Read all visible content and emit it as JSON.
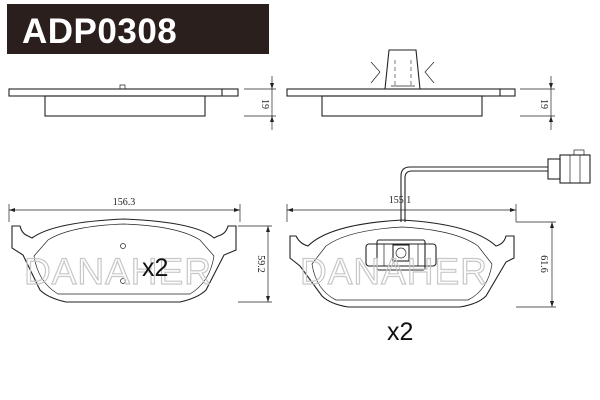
{
  "header": {
    "part_number": "ADP0308"
  },
  "watermark": {
    "brand": "DANAHER"
  },
  "left_pad": {
    "width_dim": "156.3",
    "height_dim": "59.2",
    "thickness_dim": "19",
    "quantity": "x2"
  },
  "right_pad": {
    "width_dim": "155.1",
    "height_dim": "61.6",
    "thickness_dim": "19",
    "quantity": "x2"
  },
  "colors": {
    "header_bg": "#2b1f1d",
    "header_text": "#ffffff",
    "line": "#222222",
    "watermark": "#c8c8c8"
  }
}
